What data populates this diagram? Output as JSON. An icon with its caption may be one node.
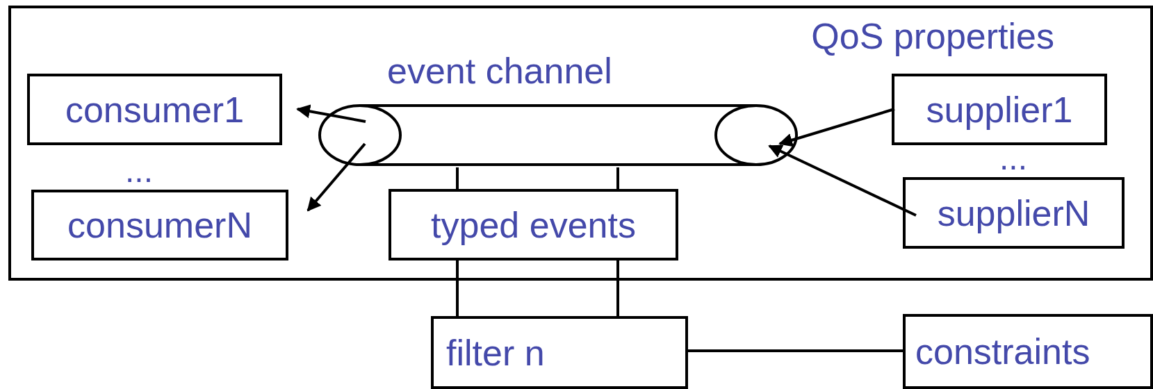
{
  "diagram": {
    "nodes": [
      {
        "text": [
          "QoS properties"
        ]
      },
      {
        "text": [
          "event channel"
        ],
        "in": 0
      },
      {
        "text": [
          "consumer1"
        ],
        "in": 0
      },
      {
        "text": [
          "consumerN"
        ],
        "in": 0
      },
      {
        "text": [
          "typed events"
        ],
        "in": 0
      },
      {
        "text": [
          "supplier1"
        ],
        "in": 0
      },
      {
        "text": [
          "supplierN"
        ],
        "in": 0
      },
      {
        "text": [
          "filter n"
        ]
      },
      {
        "text": [
          "constraints"
        ]
      }
    ],
    "edges": [
      {
        "from": 1,
        "to": 2,
        "arrow": "to"
      },
      {
        "from": 1,
        "to": 3,
        "arrow": "to"
      },
      {
        "from": 5,
        "to": 1,
        "arrow": "to"
      },
      {
        "from": 6,
        "to": 1,
        "arrow": "to"
      },
      {
        "from": 1,
        "to": 4,
        "arrow": "none"
      },
      {
        "from": 1,
        "to": 4,
        "arrow": "none"
      },
      {
        "from": 4,
        "to": 7,
        "arrow": "none"
      },
      {
        "from": 4,
        "to": 7,
        "arrow": "none"
      },
      {
        "from": 7,
        "to": 8,
        "arrow": "none"
      }
    ],
    "labels": [
      "...",
      "..."
    ]
  }
}
